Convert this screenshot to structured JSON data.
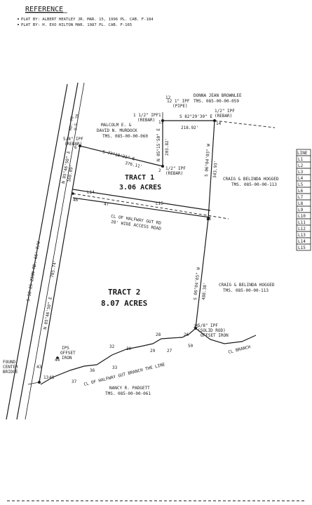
{
  "reference": {
    "heading": "REFERENCE",
    "lines": [
      "PLAT BY:  ALBERT HEATLEY JR. MAR. 15, 1996 PL. CAB. F-184",
      "PLAT BY:  H. EXO HILTON MAR. 1987 PL. CAB. F-165"
    ]
  },
  "road": {
    "name": "S-18-25 ZION RD. 66' R/W",
    "name_top": "RD. TO",
    "name_top2": "U.S. 78"
  },
  "tracts": [
    {
      "name": "TRACT 1",
      "acres": "3.06 ACRES"
    },
    {
      "name": "TRACT 2",
      "acres": "8.07 ACRES"
    }
  ],
  "owners": {
    "brownlee": [
      "DONNA JEAN BROWNLEE",
      "TMS. 085-00-00-059"
    ],
    "murdock": [
      "MALCOLM E. &",
      "DAVID N. MURDOCK",
      "TMS. 085-00-00-060"
    ],
    "hogged1": [
      "CRAIG & BELINDA HOGGED",
      "TMS. 085-00-00-113"
    ],
    "hogged2": [
      "CRAIG & BELINDA HOGGED",
      "TMS. 085-00-00-113"
    ],
    "padgett": [
      "NANCY R. PADGETT",
      "TMS. 085-00-00-061"
    ]
  },
  "pins": {
    "p11": [
      "1 1/2\" IPF",
      "(REBAR)"
    ],
    "p12": [
      "12 1\" IPF",
      "(PIPE)"
    ],
    "p14": [
      "1/2\" IPF",
      "(REBAR)"
    ],
    "p6": [
      "5/8\" IPF",
      "(REBAR)"
    ],
    "p2": [
      "1/2\" IPF",
      "(REBAR)"
    ],
    "p25": [
      "5/8\" IPF",
      "(SOLID ROD)",
      "OFFSET IRON"
    ],
    "p44": [
      "IPS",
      "OFFSET",
      "IRON"
    ],
    "p43": [
      "FOUND",
      "CENTER",
      "BRIDGE"
    ]
  },
  "bearings": {
    "b_11_14": "S 82°29'30\" E",
    "d_11_14": "218.92'",
    "b_6_2": "S 77°18'23\" E",
    "d_6_2": "376.11'",
    "b_11_2": "N 05°15'50\" E",
    "d_11_2": "203.82'",
    "b_14_35": "S 06°04'03\" W",
    "d_14_35": "343.93'",
    "b_35_25": "S 06°04'05\" W",
    "d_35_25": "488.38'",
    "b_6_46": "N 05°46'50\" E",
    "d_6_46": "168.09'",
    "b_46_43": "N 05°46'50\" E",
    "d_46_43": "785.74'"
  },
  "road_notes": {
    "halfway_road": [
      "CL OF HALFWAY GUT RD",
      "20' WIDE ACCESS ROAD"
    ],
    "line_l15": "L15",
    "line_l14": "L14",
    "branch_line": "CL OF HALFWAY GUT BRANCH THE LINE",
    "branch": "CL BRANCH"
  },
  "points": [
    "1",
    "11",
    "12",
    "14",
    "6",
    "2",
    "46",
    "47",
    "35",
    "25",
    "50",
    "26",
    "27",
    "28",
    "29",
    "30",
    "32",
    "33",
    "36",
    "37",
    "44",
    "43",
    "48",
    "13"
  ],
  "line_table": {
    "header": "LINE",
    "rows": [
      "L1",
      "L2",
      "L3",
      "L4",
      "L5",
      "L6",
      "L7",
      "L8",
      "L9",
      "L10",
      "L11",
      "L12",
      "L13",
      "L14",
      "L15"
    ]
  }
}
